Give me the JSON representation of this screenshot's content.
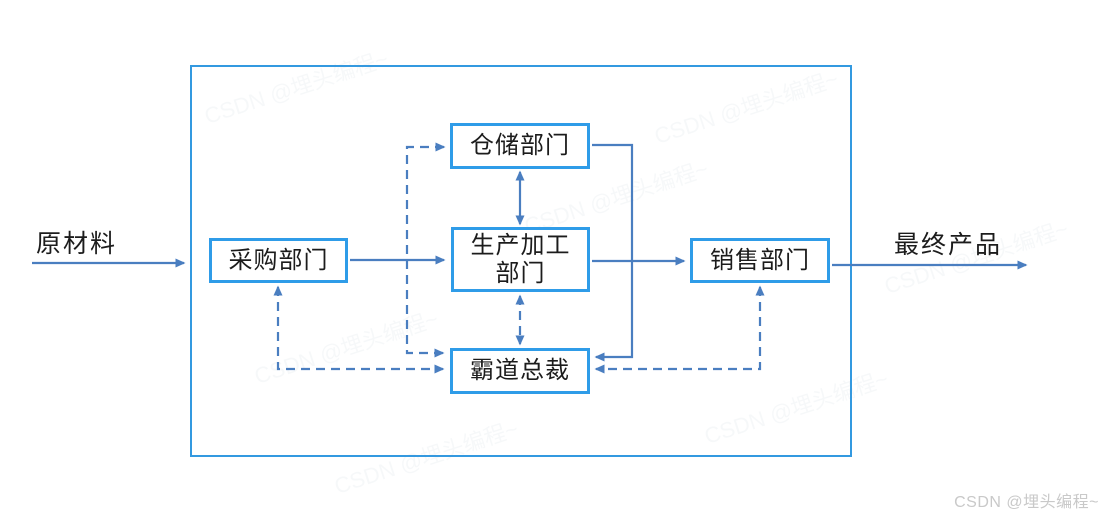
{
  "diagram": {
    "type": "flowchart",
    "nodes": {
      "purchasing": {
        "label": "采购部门"
      },
      "warehouse": {
        "label": "仓储部门"
      },
      "production": {
        "label": "生产加工部门",
        "line1": "生产加工",
        "line2": "部门"
      },
      "sales": {
        "label": "销售部门"
      },
      "ceo": {
        "label": "霸道总裁"
      }
    },
    "flow_labels": {
      "input": "原材料",
      "output": "最终产品"
    },
    "connections": [
      {
        "from": "原材料",
        "to": "采购部门",
        "style": "solid",
        "bidirectional": false
      },
      {
        "from": "采购部门",
        "to": "生产加工部门",
        "style": "solid",
        "bidirectional": false
      },
      {
        "from": "仓储部门",
        "to": "生产加工部门",
        "style": "solid",
        "bidirectional": true
      },
      {
        "from": "生产加工部门",
        "to": "销售部门",
        "style": "solid",
        "bidirectional": false
      },
      {
        "from": "仓储部门",
        "to": "霸道总裁",
        "style": "solid",
        "bidirectional": false
      },
      {
        "from": "销售部门",
        "to": "最终产品",
        "style": "solid",
        "bidirectional": false
      },
      {
        "from": "霸道总裁",
        "to": "采购部门",
        "style": "dashed",
        "bidirectional": true
      },
      {
        "from": "霸道总裁",
        "to": "仓储部门",
        "style": "dashed",
        "bidirectional": true
      },
      {
        "from": "霸道总裁",
        "to": "生产加工部门",
        "style": "dashed",
        "bidirectional": true
      },
      {
        "from": "霸道总裁",
        "to": "销售部门",
        "style": "dashed",
        "bidirectional": true
      }
    ],
    "colors": {
      "node_border": "#2f9ce8",
      "boundary_border": "#3399e0",
      "connector": "#4a7ec0",
      "text": "#1c1c1c",
      "watermark": "#c9c9c9"
    }
  },
  "watermark": {
    "text": "CSDN @埋头编程~"
  }
}
